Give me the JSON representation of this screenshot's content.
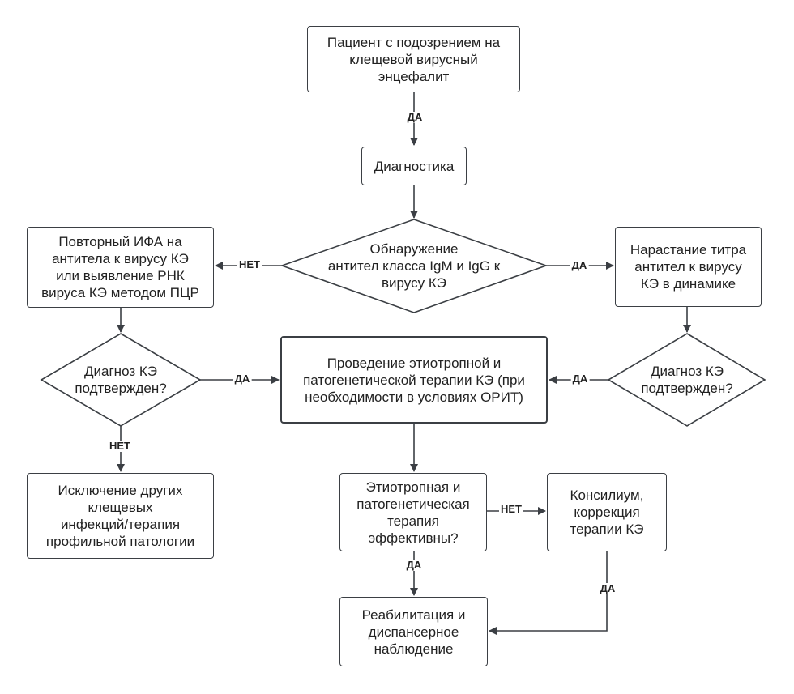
{
  "nodes": {
    "start": "Пациент с подозрением на\nклещевой вирусный\nэнцефалит",
    "diagnostics": "Диагностика",
    "detect": "Обнаружение\nантител класса IgM и IgG к\nвирусу КЭ",
    "repeat": "Повторный ИФА на\nантитела к вирусу КЭ\nили выявление РНК\nвируса КЭ методом ПЦР",
    "titer": "Нарастание титра\nантител к вирусу\nКЭ в динамике",
    "confirmed_left": "Диагноз КЭ\nподтвержден?",
    "therapy": "Проведение этиотропной и\nпатогенетической терапии КЭ (при\nнеобходимости в условиях ОРИТ)",
    "confirmed_right": "Диагноз КЭ\nподтвержден?",
    "exclusion": "Исключение других\nклещевых\nинфекций/терапия\nпрофильной патологии",
    "effective": "Этиотропная и\nпатогенетическая\nтерапия\nэффективны?",
    "consilium": "Консилиум,\nкоррекция\nтерапии КЭ",
    "rehab": "Реабилитация и\nдиспансерное\nнаблюдение"
  },
  "edge_labels": {
    "start_to_diag": "ДА",
    "detect_no": "НЕТ",
    "detect_yes": "ДА",
    "left_yes": "ДА",
    "left_no": "НЕТ",
    "right_yes": "ДА",
    "effective_no": "НЕТ",
    "effective_yes": "ДА",
    "consilium_yes": "ДА"
  }
}
